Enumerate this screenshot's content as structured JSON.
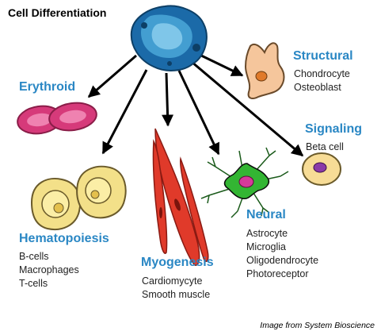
{
  "title": "Cell Differentiation",
  "credit": "Image from System Bioscience",
  "colors": {
    "heading": "#2a87c4",
    "stem": "#1b6aa8",
    "arrow": "#000000",
    "erythroid": "#d63a7a",
    "hematopoiesis": "#f3e089",
    "myogenesis": "#e03a2a",
    "neural": "#33b533",
    "structural": "#f5c69c",
    "signaling": "#f7dc96"
  },
  "categories": [
    {
      "key": "erythroid",
      "title": "Erythroid",
      "items": []
    },
    {
      "key": "hematopoiesis",
      "title": "Hematopoiesis",
      "items": [
        "B-cells",
        "Macrophages",
        "T-cells"
      ]
    },
    {
      "key": "myogenesis",
      "title": "Myogenesis",
      "items": [
        "Cardiomycyte",
        "Smooth muscle"
      ]
    },
    {
      "key": "neural",
      "title": "Neural",
      "items": [
        "Astrocyte",
        "Microglia",
        "Oligodendrocyte",
        "Photoreceptor"
      ]
    },
    {
      "key": "signaling",
      "title": "Signaling",
      "items": [
        "Beta cell"
      ]
    },
    {
      "key": "structural",
      "title": "Structural",
      "items": [
        "Chondrocyte",
        "Osteoblast"
      ]
    }
  ]
}
